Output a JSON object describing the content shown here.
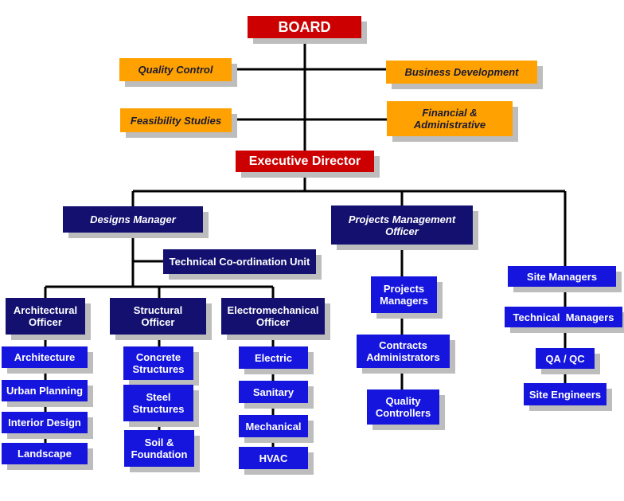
{
  "board": "BOARD",
  "advisory": {
    "quality_control": "Quality Control",
    "business_development": "Business Development",
    "feasibility_studies": "Feasibility Studies",
    "financial_admin": "Financial & Administrative"
  },
  "executive_director": "Executive Director",
  "designs": {
    "manager": "Designs Manager",
    "coordination_unit": "Technical Co-ordination Unit",
    "architectural": {
      "officer": "Architectural Officer",
      "units": [
        "Architecture",
        "Urban Planning",
        "Interior Design",
        "Landscape"
      ]
    },
    "structural": {
      "officer": "Structural Officer",
      "units": [
        "Concrete Structures",
        "Steel Structures",
        "Soil & Foundation"
      ]
    },
    "electromechanical": {
      "officer": "Electromechanical Officer",
      "units": [
        "Electric",
        "Sanitary",
        "Mechanical",
        "HVAC"
      ]
    }
  },
  "projects": {
    "officer": "Projects Management Officer",
    "units": [
      "Projects Managers",
      "Contracts Administrators",
      "Quality Controllers"
    ]
  },
  "site": {
    "units": [
      "Site Managers",
      "Technical  Managers",
      "QA / QC",
      "Site Engineers"
    ]
  },
  "colors": {
    "red": "#cc0000",
    "orange": "#ffa100",
    "navy": "#131070",
    "blue": "#1515dd",
    "shadow": "#bdbdbd",
    "line": "#000000"
  }
}
